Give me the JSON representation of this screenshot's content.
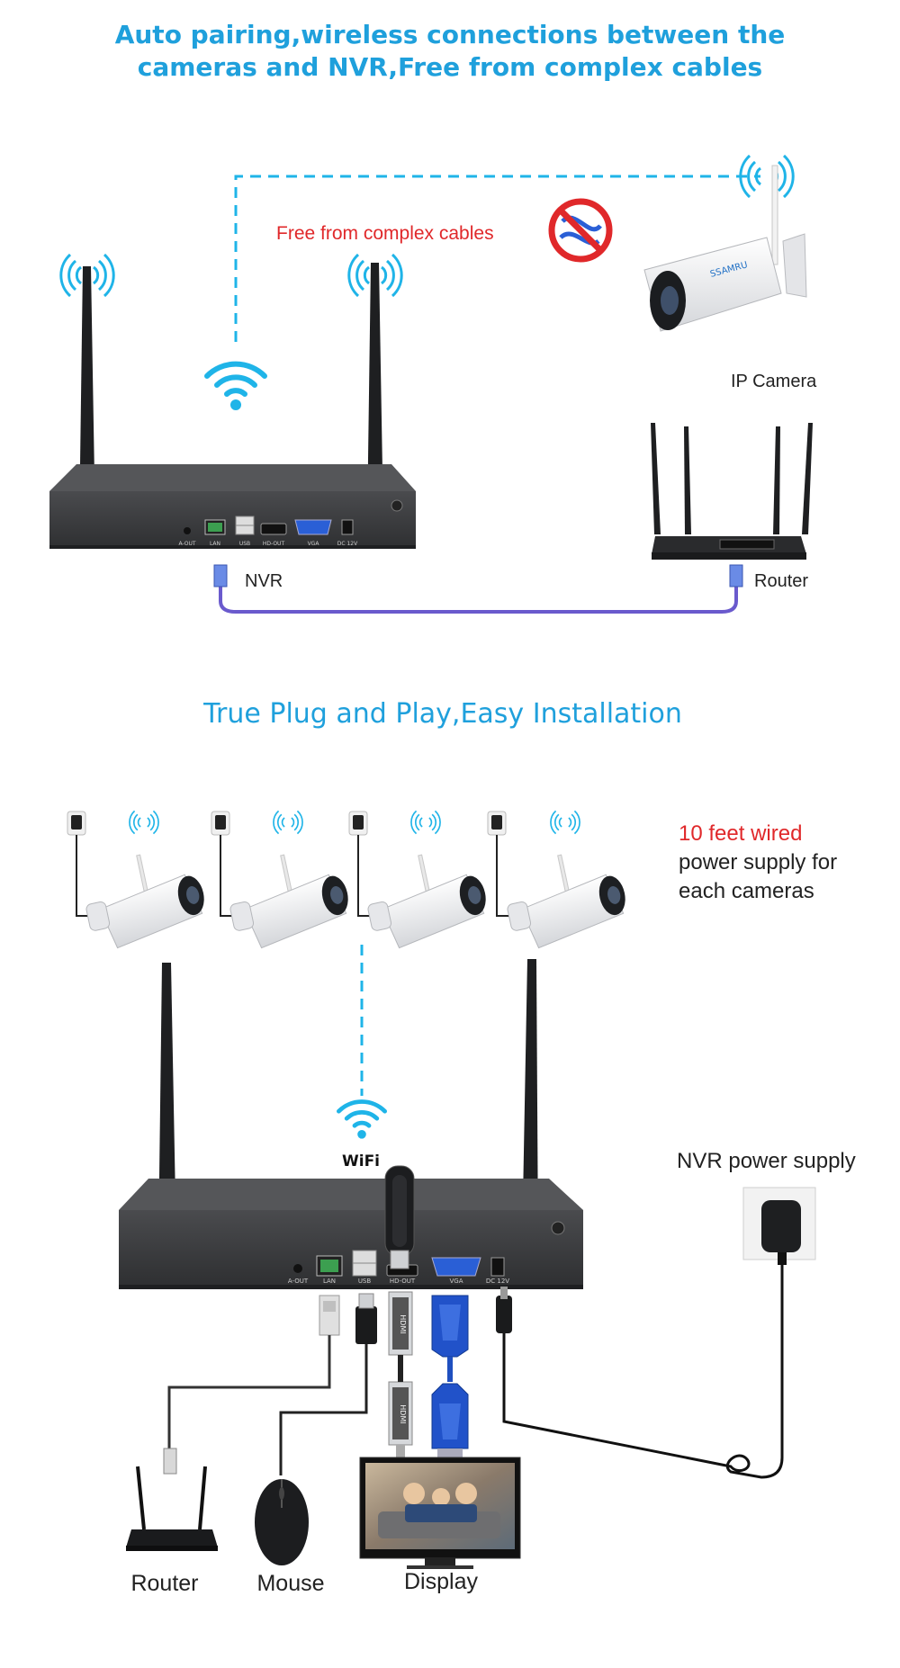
{
  "section1": {
    "title_line1": "Auto pairing,wireless connections between the",
    "title_line2": "cameras and NVR,Free from complex cables",
    "free_cables_label": "Free from complex cables",
    "ip_camera_label": "IP Camera",
    "nvr_label": "NVR",
    "router_label": "Router",
    "camera_brand": "SSAMRU"
  },
  "section2": {
    "title": "True Plug and Play,Easy Installation",
    "power_note_line1": "10 feet wired",
    "power_note_line2": "power supply for",
    "power_note_line3": "each cameras",
    "wifi_label": "WiFi",
    "nvr_power_label": "NVR power supply",
    "router_label": "Router",
    "mouse_label": "Mouse",
    "display_label": "Display",
    "hdmi_label": "HDMI"
  },
  "ports": {
    "a_out": "A-OUT",
    "lan": "LAN",
    "usb": "USB",
    "hd_out": "HD-OUT",
    "vga": "VGA",
    "dc": "DC 12V"
  },
  "colors": {
    "title_blue": "#1fa0dc",
    "accent_red": "#e0282a",
    "wifi_blue": "#1fb4e8",
    "cable_purple": "#6a5acd",
    "nvr_dark": "#3a3b3d"
  }
}
